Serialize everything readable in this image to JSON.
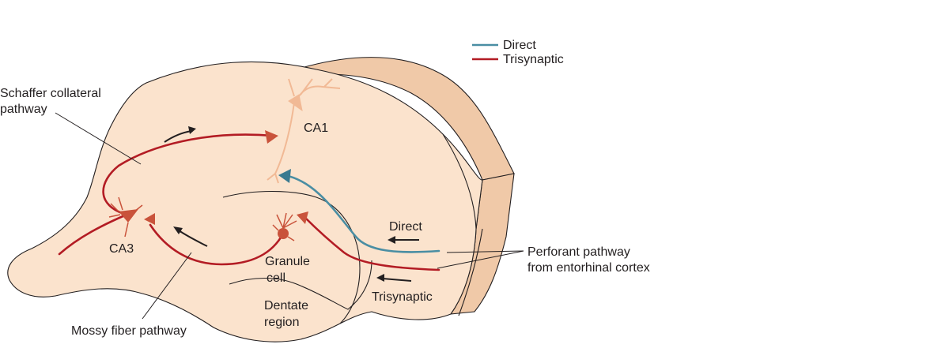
{
  "legend": {
    "direct": "Direct",
    "trisynaptic": "Trisynaptic"
  },
  "labels": {
    "schaffer_line1": "Schaffer collateral",
    "schaffer_line2": "pathway",
    "ca1": "CA1",
    "ca3": "CA3",
    "granule_line1": "Granule",
    "granule_line2": "cell",
    "dentate_line1": "Dentate",
    "dentate_line2": "region",
    "mossy": "Mossy fiber pathway",
    "direct_arrow": "Direct",
    "trisynaptic_arrow": "Trisynaptic",
    "perforant_line1": "Perforant pathway",
    "perforant_line2": "from entorhinal cortex"
  },
  "colors": {
    "direct": "#4a8ea3",
    "trisynaptic": "#b31c24",
    "tissue": "#fbe3cd",
    "tissue_side": "#f0c9a8",
    "ca1_neuron": "#f1b995",
    "granule_neuron": "#c9533b"
  }
}
